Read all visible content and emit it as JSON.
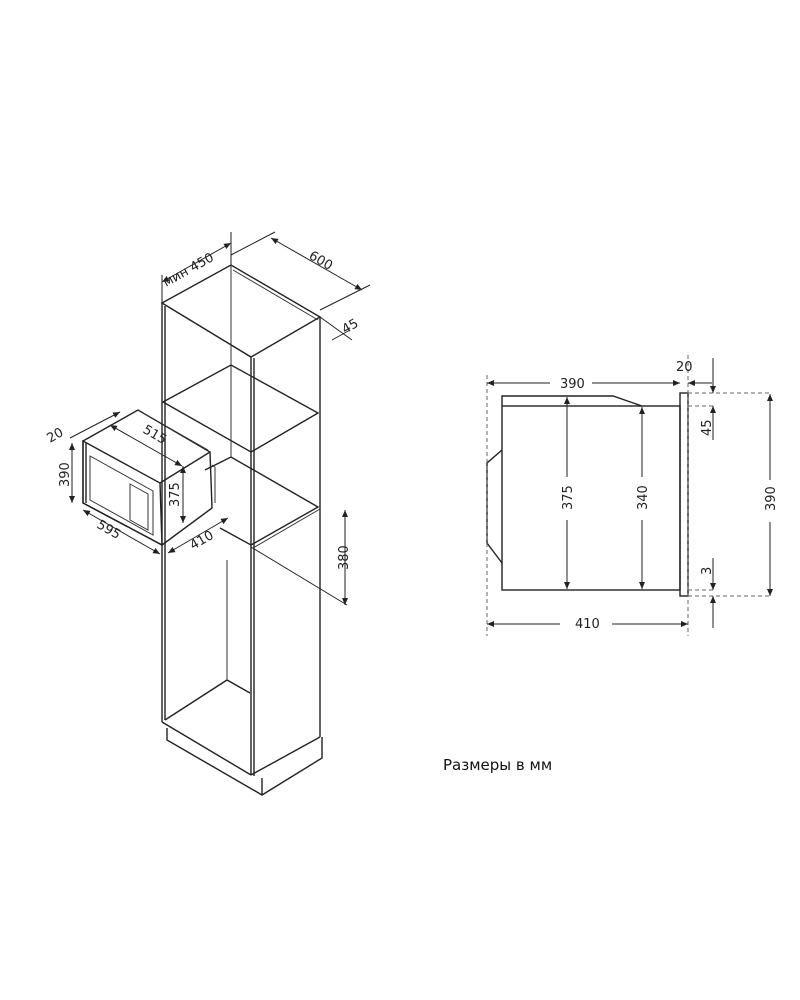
{
  "caption": "Размеры в мм",
  "cabinet_view": {
    "dims": {
      "min_width": "мин 450",
      "depth": "600",
      "back_gap": "45",
      "shelf_height": "380",
      "frame_depth": "20",
      "body_width": "515",
      "frame_height": "390",
      "body_height": "375",
      "frame_width": "595",
      "body_depth": "410"
    }
  },
  "side_view": {
    "dims": {
      "top_depth": "390",
      "frame_thickness": "20",
      "top_offset": "45",
      "body_height": "375",
      "inner_height": "340",
      "frame_height": "390",
      "bottom_offset": "3",
      "total_depth": "410"
    }
  }
}
